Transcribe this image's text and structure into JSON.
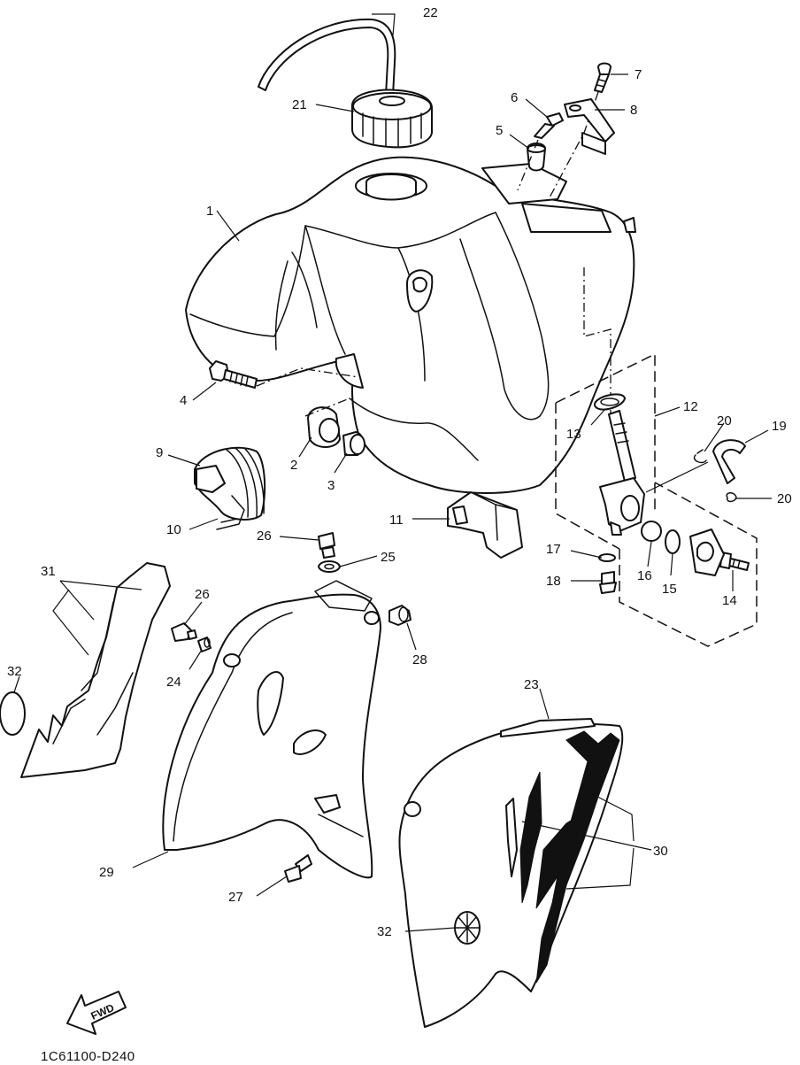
{
  "diagram_code": "1C61100-D240",
  "forward_label": "FWD",
  "callouts": {
    "c1": "1",
    "c2": "2",
    "c3": "3",
    "c4": "4",
    "c5": "5",
    "c6": "6",
    "c7": "7",
    "c8": "8",
    "c9": "9",
    "c10": "10",
    "c11": "11",
    "c12": "12",
    "c13": "13",
    "c14": "14",
    "c15": "15",
    "c16": "16",
    "c17": "17",
    "c18": "18",
    "c19": "19",
    "c20a": "20",
    "c20b": "20",
    "c21": "21",
    "c22": "22",
    "c23": "23",
    "c24": "24",
    "c25": "25",
    "c26a": "26",
    "c26b": "26",
    "c27": "27",
    "c28": "28",
    "c29": "29",
    "c30": "30",
    "c31": "31",
    "c32a": "32",
    "c32b": "32"
  }
}
